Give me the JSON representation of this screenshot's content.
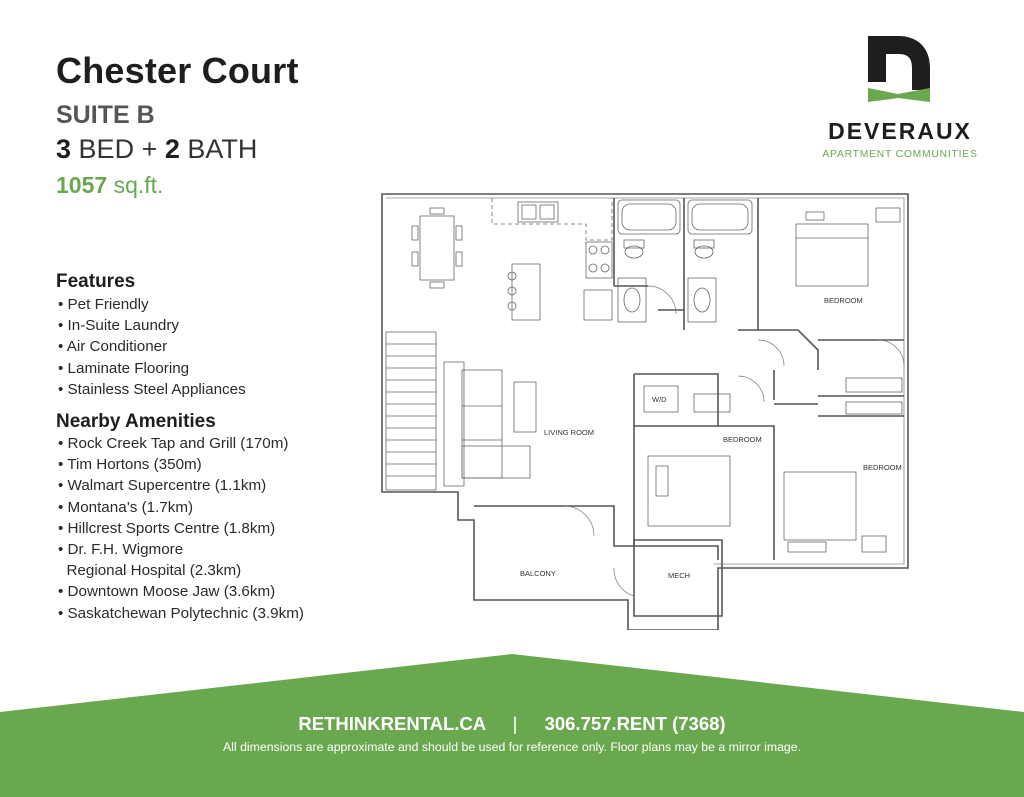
{
  "building": {
    "name": "Chester Court",
    "suite": "SUITE B"
  },
  "unit": {
    "beds": "3",
    "bed_label": "BED +",
    "baths": "2",
    "bath_label": "BATH",
    "sqft": "1057",
    "sqft_unit": "sq.ft."
  },
  "features": {
    "heading": "Features",
    "items": [
      "Pet Friendly",
      "In-Suite Laundry",
      "Air Conditioner",
      "Laminate Flooring",
      "Stainless Steel Appliances"
    ]
  },
  "amenities": {
    "heading": "Nearby Amenities",
    "items": [
      "Rock Creek Tap and Grill (170m)",
      "Tim Hortons (350m)",
      "Walmart Supercentre (1.1km)",
      "Montana’s (1.7km)",
      "Hillcrest Sports Centre (1.8km)",
      "Dr. F.H. Wigmore",
      "Regional Hospital (2.3km)",
      "Downtown Moose Jaw (3.6km)",
      "Saskatchewan Polytechnic (3.9km)"
    ]
  },
  "logo": {
    "name": "DEVERAUX",
    "tagline": "APARTMENT COMMUNITIES"
  },
  "floorplan": {
    "rooms": {
      "bedroom_1": "BEDROOM",
      "bedroom_2": "BEDROOM",
      "bedroom_3": "BEDROOM",
      "living": "LIVING ROOM",
      "balcony": "BALCONY",
      "mech": "MECH",
      "laundry": "W/D"
    }
  },
  "footer": {
    "website": "RETHINKRENTAL.CA",
    "separator": "|",
    "phone": "306.757.RENT (7368)",
    "disclaimer": "All dimensions are approximate and should be used for reference only. Floor plans may be a mirror image."
  },
  "colors": {
    "accent_green": "#6aa84f",
    "text_dark": "#1e1e1e",
    "text_grey": "#555555"
  }
}
